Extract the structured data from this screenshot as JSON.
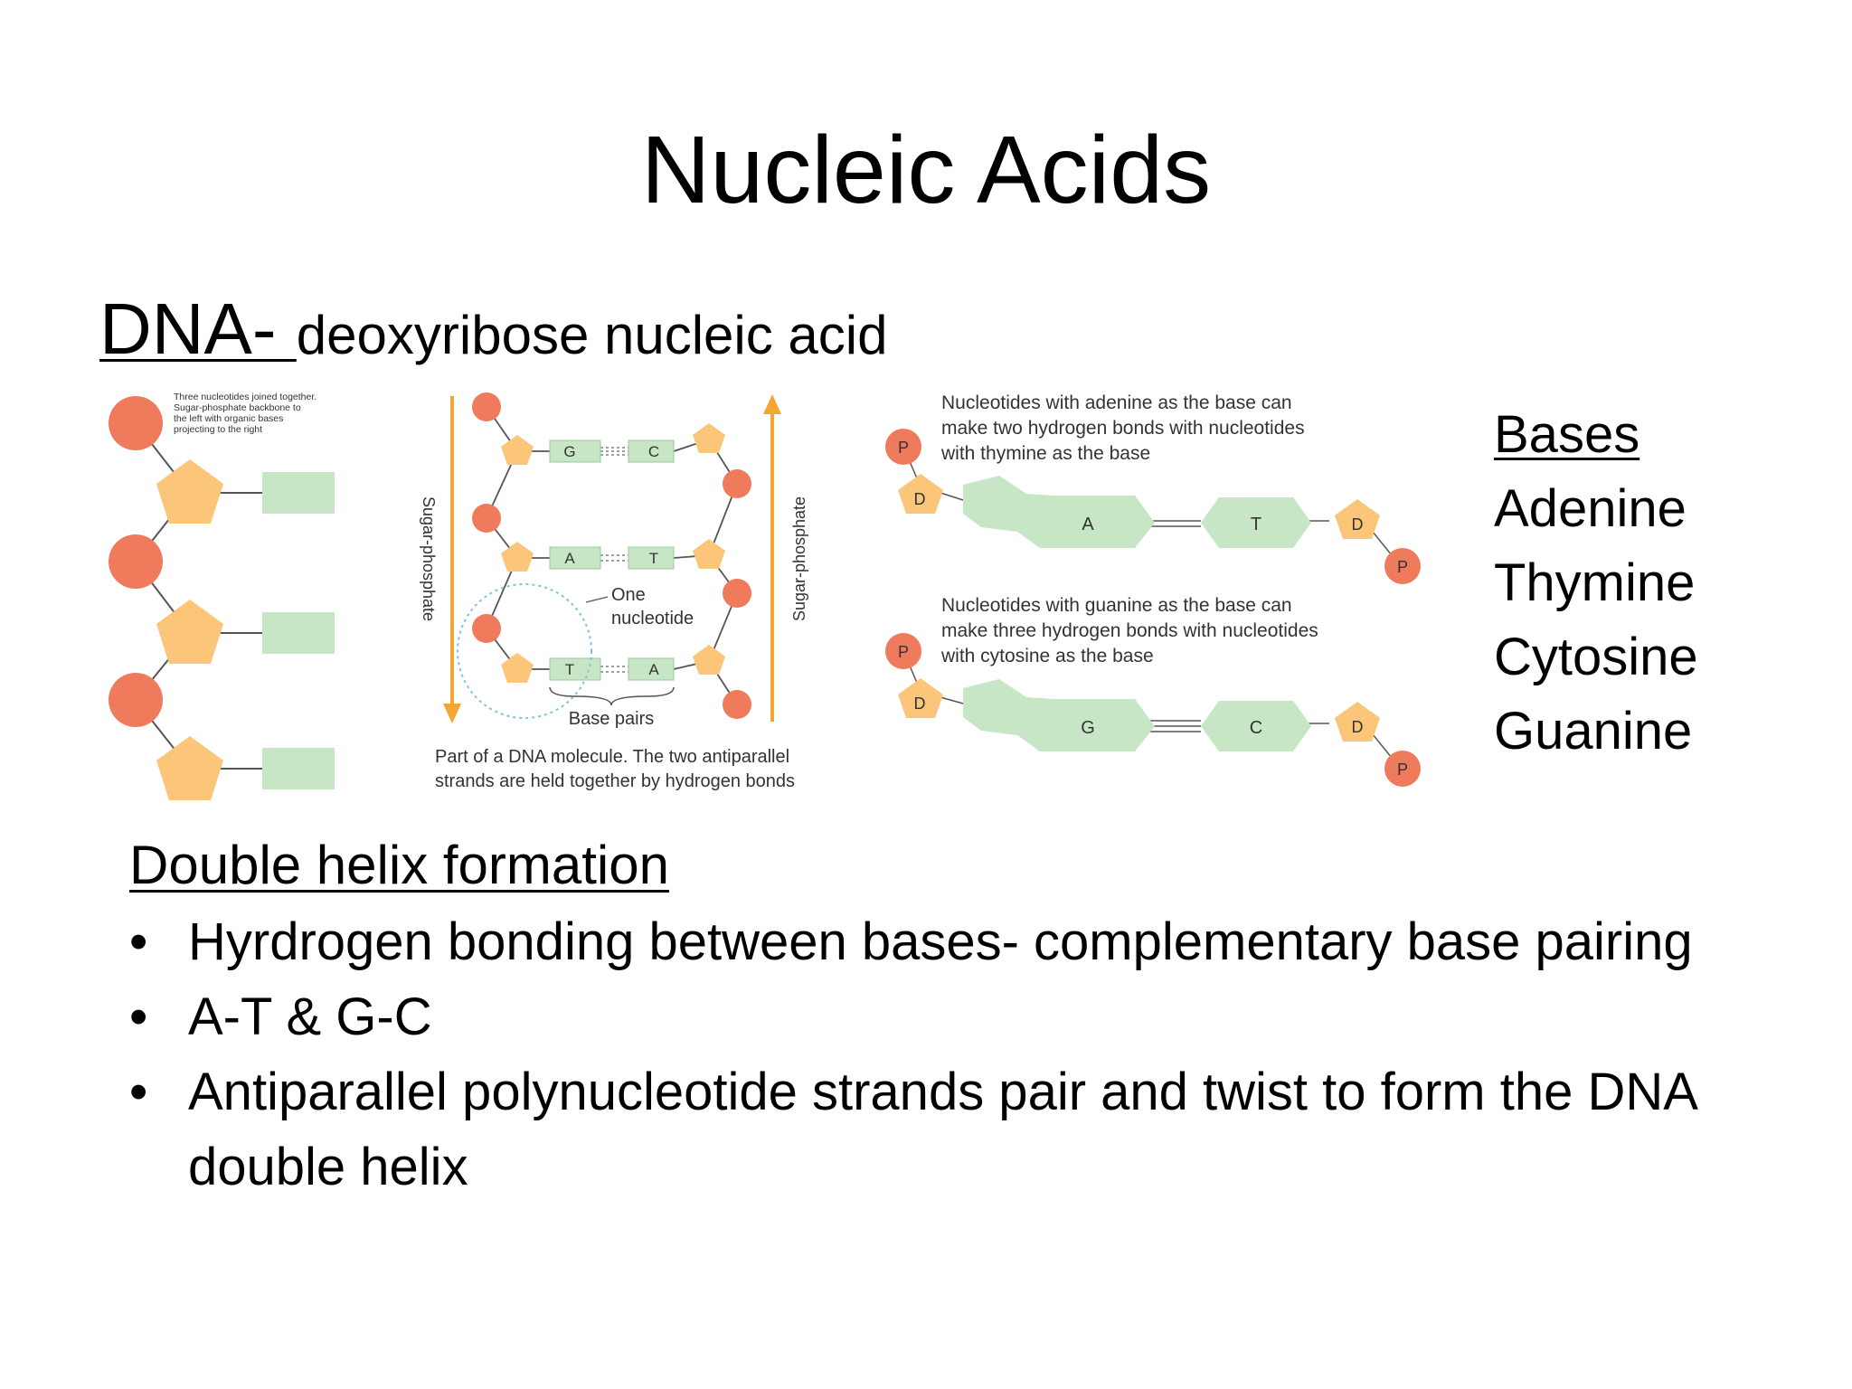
{
  "slide": {
    "title": "Nucleic Acids",
    "dna_label": "DNA- ",
    "dna_definition": "deoxyribose nucleic acid"
  },
  "figure_left": {
    "caption": "Three nucleotides joined together. Sugar-phosphate backbone to the left with organic bases projecting to the right"
  },
  "figure_middle": {
    "left_strand_label": "Sugar-phosphate",
    "right_strand_label": "Sugar-phosphate",
    "pairs": [
      {
        "left": "G",
        "right": "C"
      },
      {
        "left": "A",
        "right": "T"
      },
      {
        "left": "T",
        "right": "A"
      }
    ],
    "one_nucleotide_label": "One nucleotide",
    "one_nucleotide_line1": "One",
    "one_nucleotide_line2": "nucleotide",
    "base_pairs_label": "Base pairs",
    "caption_line1": "Part of a DNA molecule. The two antiparallel",
    "caption_line2": "strands are held together by hydrogen bonds"
  },
  "figure_right": {
    "at_caption_line1": "Nucleotides with adenine as the base can",
    "at_caption_line2": "make two hydrogen bonds with nucleotides",
    "at_caption_line3": "with thymine as the base",
    "gc_caption_line1": "Nucleotides with guanine as the base can",
    "gc_caption_line2": "make three hydrogen bonds with nucleotides",
    "gc_caption_line3": "with cytosine as the base",
    "phosphate_symbol": "P",
    "sugar_symbol": "D",
    "at_left_base": "A",
    "at_right_base": "T",
    "gc_left_base": "G",
    "gc_right_base": "C"
  },
  "bases": {
    "header": "Bases",
    "items": [
      "Adenine",
      "Thymine",
      "Cytosine",
      "Guanine"
    ]
  },
  "helix": {
    "header": "Double helix formation",
    "bullet_char": "•",
    "bullets": [
      "Hyrdrogen bonding between bases- complementary base pairing",
      "A-T & G-C",
      "Antiparallel polynucleotide strands pair and twist to form the DNA double helix"
    ]
  },
  "colors": {
    "phosphate": "#f07a5c",
    "sugar": "#fbc57a",
    "base": "#c6e6c6",
    "arrow": "#f5a531",
    "dotted_circle": "#7cc4dc"
  }
}
